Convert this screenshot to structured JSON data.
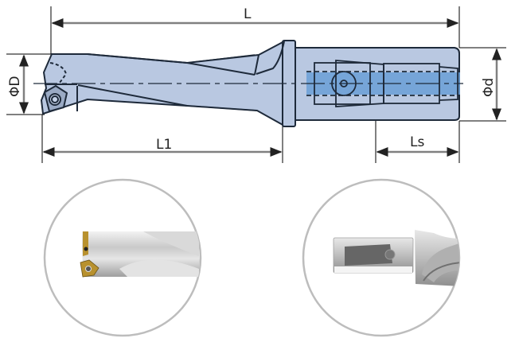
{
  "diagram": {
    "title": "Indexable insert drill dimension drawing",
    "labels": {
      "overall_length": "L",
      "flute_length": "L1",
      "shank_length": "Ls",
      "drill_diameter": "ΦD",
      "shank_diameter": "Φd"
    },
    "colors": {
      "body_fill": "#b9c8e1",
      "body_stroke": "#1e2a3a",
      "coolant_fill": "#6a9fd6",
      "dimension_line": "#808080",
      "extension_line": "#000000",
      "circle_border": "#bdbdbd",
      "insert_gold": "#b8912e"
    }
  },
  "photos": [
    {
      "name": "drill-head-photo",
      "description": "Drill head with indexable inserts"
    },
    {
      "name": "shank-photo",
      "description": "Shank with flat clamping surface"
    }
  ]
}
